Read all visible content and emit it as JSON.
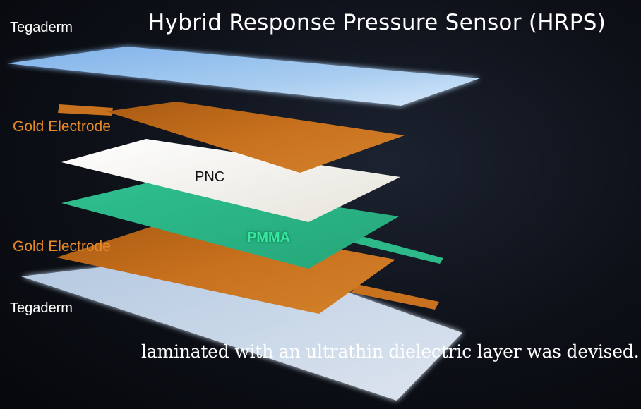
{
  "title": "Hybrid Response Pressure Sensor (HRPS)",
  "layers": {
    "tegaderm_top": "Tegaderm",
    "gold_top": "Gold Electrode",
    "pnc": "PNC",
    "pmma": "PMMA",
    "gold_bottom": "Gold Electrode",
    "tegaderm_bottom": "Tegaderm"
  },
  "caption": "laminated with an ultrathin dielectric layer was devised.",
  "colors": {
    "tegaderm": "#a9cdf0",
    "gold": "#c8711e",
    "pnc": "#f2f0ea",
    "pmma": "#2eb98a",
    "label_gold": "#e58a2c"
  }
}
